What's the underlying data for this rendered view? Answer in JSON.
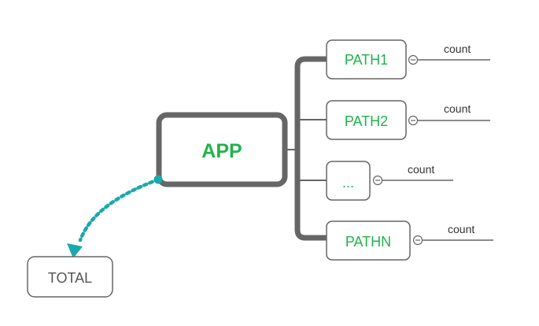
{
  "colors": {
    "node_text": "#22b24c",
    "node_border": "#666666",
    "central_border": "#666666",
    "connector": "#666666",
    "total_arrow": "#1aa9ad",
    "total_text": "#555555",
    "count_text": "#333333",
    "background": "#ffffff"
  },
  "central": {
    "label": "APP"
  },
  "branches": [
    {
      "label": "PATH1",
      "count_label": "count",
      "collapse_icon": "minus-circle-icon"
    },
    {
      "label": "PATH2",
      "count_label": "count",
      "collapse_icon": "minus-circle-icon"
    },
    {
      "label": "...",
      "count_label": "count",
      "collapse_icon": "minus-circle-icon"
    },
    {
      "label": "PATHN",
      "count_label": "count",
      "collapse_icon": "minus-circle-icon"
    }
  ],
  "total": {
    "label": "TOTAL"
  }
}
